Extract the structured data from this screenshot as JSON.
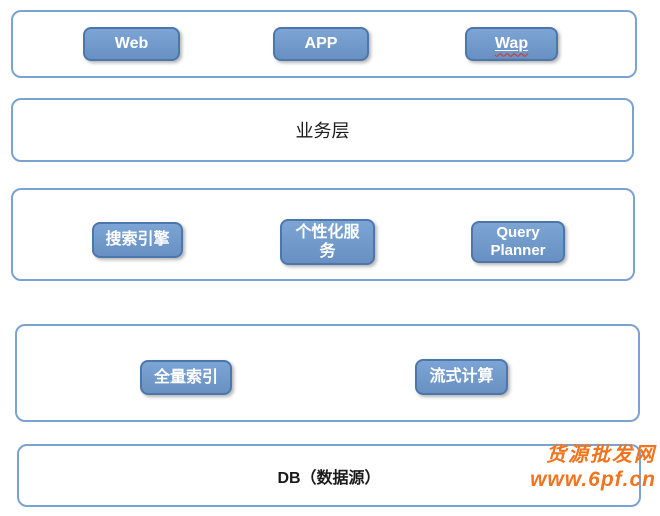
{
  "diagram": {
    "layers": [
      {
        "id": "client-layer",
        "boxes": [
          {
            "label": "Web"
          },
          {
            "label": "APP"
          },
          {
            "label": "Wap",
            "misspelled": true
          }
        ]
      },
      {
        "id": "business-layer",
        "title": "业务层"
      },
      {
        "id": "service-layer",
        "boxes": [
          {
            "label": "搜索引擎"
          },
          {
            "label": "个性化服务"
          },
          {
            "label": "Query Planner"
          }
        ]
      },
      {
        "id": "index-compute-layer",
        "boxes": [
          {
            "label": "全量索引"
          },
          {
            "label": "流式计算"
          }
        ]
      },
      {
        "id": "data-layer",
        "title": "DB（数据源）"
      }
    ]
  },
  "watermark": {
    "site_name": "货源批发网",
    "url": "www.6pf.cn"
  },
  "colors": {
    "node_fill": "#6e97c9",
    "node_border": "#4d76aa",
    "node_text": "#ffffff",
    "container_border": "#7aa2d2",
    "watermark": "#f2741f",
    "misspell_underline": "#e03020"
  }
}
